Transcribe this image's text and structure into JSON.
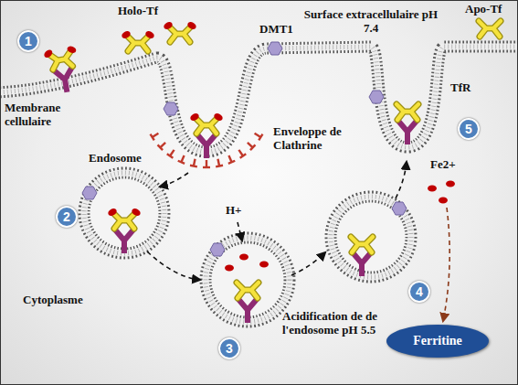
{
  "diagram": {
    "nodes": [
      {
        "text": [
          "1"
        ]
      },
      {
        "text": [
          "2"
        ]
      },
      {
        "text": [
          "3"
        ]
      },
      {
        "text": [
          "4"
        ]
      },
      {
        "text": [
          "5"
        ]
      },
      {
        "text": [
          "Ferritine"
        ]
      }
    ],
    "labels": [
      "Holo-Tf",
      "Surface extracellulaire pH 7.4",
      "DMT1",
      "Apo-Tf",
      "Membrane cellulaire",
      "Enveloppe de Clathrine",
      "TfR",
      "Endosome",
      "H+",
      "Fe2+",
      "Acidification de de l'endosome pH 5.5",
      "Cytoplasme"
    ]
  }
}
